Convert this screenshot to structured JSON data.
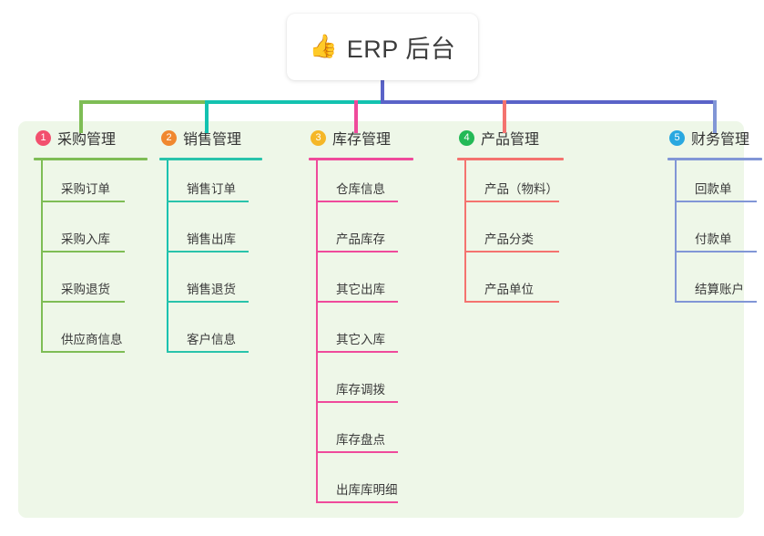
{
  "root": {
    "icon": "thumbs-up-icon",
    "icon_glyph": "👍",
    "title": "ERP 后台"
  },
  "panel": {
    "background": "#eef7e8"
  },
  "columns": [
    {
      "number": "1",
      "title": "采购管理",
      "badge_color": "#f2506e",
      "line_color": "#7ebd55",
      "stem_color": "#7ebd55",
      "items": [
        "采购订单",
        "采购入库",
        "采购退货",
        "供应商信息"
      ]
    },
    {
      "number": "2",
      "title": "销售管理",
      "badge_color": "#f0882f",
      "line_color": "#29c3ab",
      "stem_color": "#13c2b0",
      "items": [
        "销售订单",
        "销售出库",
        "销售退货",
        "客户信息"
      ]
    },
    {
      "number": "3",
      "title": "库存管理",
      "badge_color": "#f5b728",
      "line_color": "#ef4a9b",
      "stem_color": "#ef4a9b",
      "items": [
        "仓库信息",
        "产品库存",
        "其它出库",
        "其它入库",
        "库存调拨",
        "库存盘点",
        "出库库明细"
      ]
    },
    {
      "number": "4",
      "title": "产品管理",
      "badge_color": "#23b956",
      "line_color": "#f4736f",
      "stem_color": "#f4736f",
      "items": [
        "产品（物料）",
        "产品分类",
        "产品单位"
      ]
    },
    {
      "number": "5",
      "title": "财务管理",
      "badge_color": "#29a8e0",
      "line_color": "#8196d6",
      "stem_color": "#8196d6",
      "items": [
        "回款单",
        "付款单",
        "结算账户"
      ]
    }
  ],
  "connectors": {
    "root_stem_color": "#5a63c8",
    "bus_segments": [
      {
        "color": "#7ebd55"
      },
      {
        "color": "#13c2b0"
      },
      {
        "color": "#5a63c8"
      }
    ],
    "drops": [
      "#7ebd55",
      "#13c2b0",
      "#ef4a9b",
      "#f4736f",
      "#8196d6"
    ]
  }
}
